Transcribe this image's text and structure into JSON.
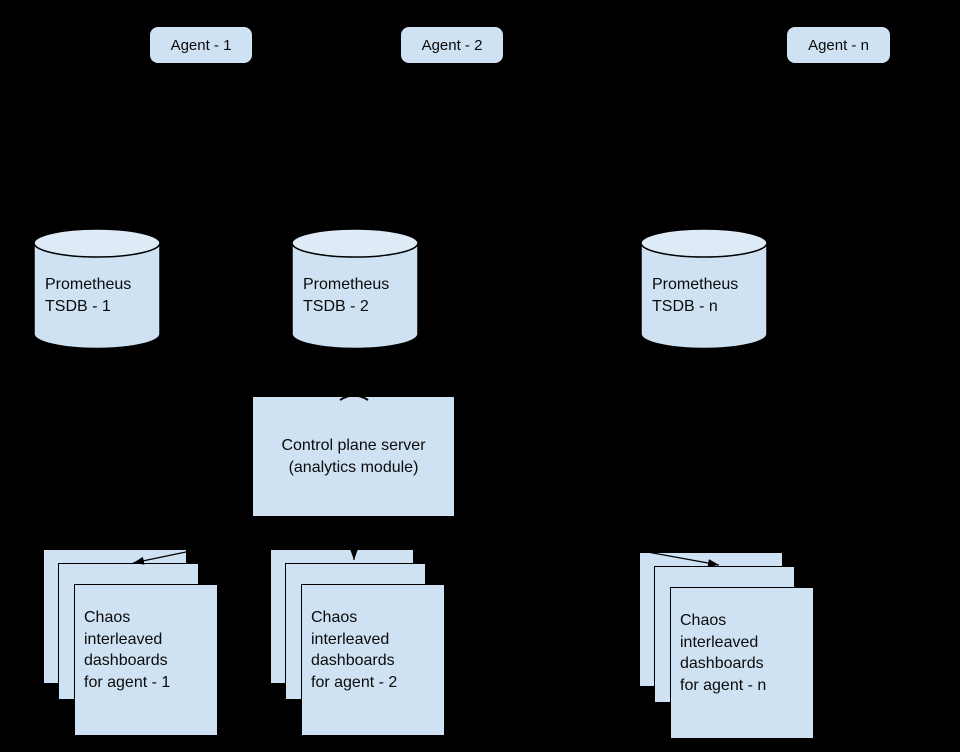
{
  "colors": {
    "background": "#000000",
    "node_fill": "#cfe2f3",
    "cylinder_top_fill": "#dfeaf7",
    "line": "#000000"
  },
  "agents": [
    {
      "label": "Agent - 1"
    },
    {
      "label": "Agent - 2"
    },
    {
      "label": "Agent - n"
    }
  ],
  "tsdbs": [
    {
      "label": "Prometheus\nTSDB - 1"
    },
    {
      "label": "Prometheus\nTSDB - 2"
    },
    {
      "label": "Prometheus\nTSDB - n"
    }
  ],
  "control_plane": {
    "label": "Control plane server\n(analytics module)"
  },
  "dashboard_stacks": [
    {
      "label": "Chaos\ninterleaved\ndashboards\nfor agent - 1"
    },
    {
      "label": "Chaos\ninterleaved\ndashboards\nfor agent - 2"
    },
    {
      "label": "Chaos\ninterleaved\ndashboards\nfor agent - n"
    }
  ]
}
